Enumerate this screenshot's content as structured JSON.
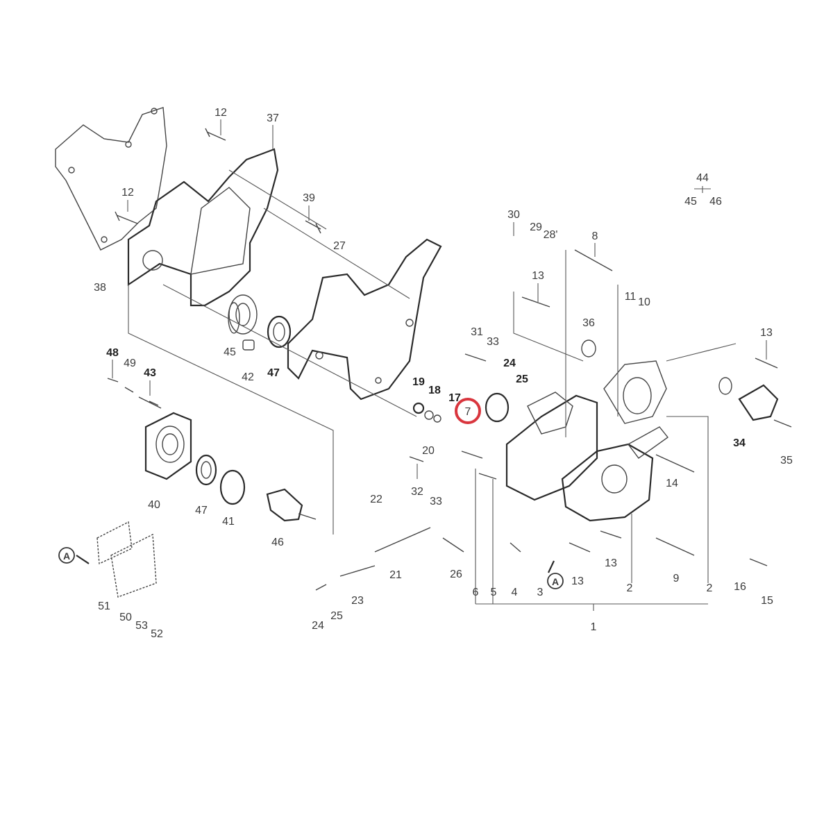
{
  "diagram": {
    "highlighted_part": "7",
    "highlight_color": "#d9363e",
    "callout_marker": "A",
    "part_labels": [
      "1",
      "2",
      "2",
      "3",
      "4",
      "5",
      "6",
      "7",
      "9",
      "8",
      "10",
      "11",
      "12",
      "12",
      "13",
      "13",
      "13",
      "13",
      "13",
      "14",
      "15",
      "16",
      "17",
      "18",
      "19",
      "20",
      "21",
      "22",
      "23",
      "24",
      "24",
      "25",
      "25",
      "26",
      "27",
      "28'",
      "29",
      "30",
      "31",
      "32",
      "33",
      "33",
      "34",
      "35",
      "36",
      "37",
      "38",
      "39",
      "40",
      "41",
      "42",
      "43",
      "44",
      "45",
      "45",
      "46",
      "46",
      "47",
      "47",
      "48",
      "49",
      "50",
      "51",
      "52",
      "53"
    ]
  }
}
